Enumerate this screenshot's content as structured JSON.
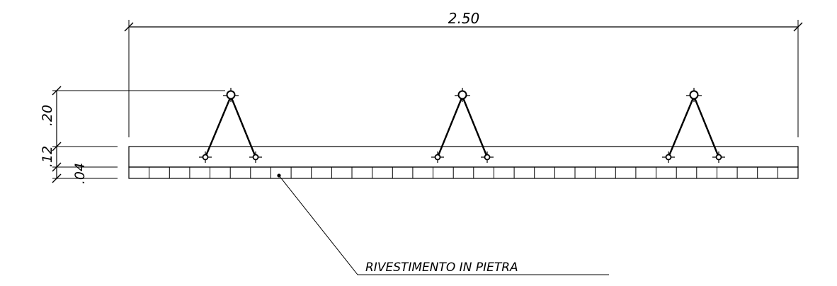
{
  "dimensions": {
    "overall_width": "2.50",
    "truss_height": ".20",
    "slab_thickness": ".12",
    "stone_thickness": ".04"
  },
  "callouts": {
    "stone_cladding": "RIVESTIMENTO  IN  PIETRA"
  },
  "colors": {
    "line": "#000000",
    "background": "#ffffff"
  }
}
